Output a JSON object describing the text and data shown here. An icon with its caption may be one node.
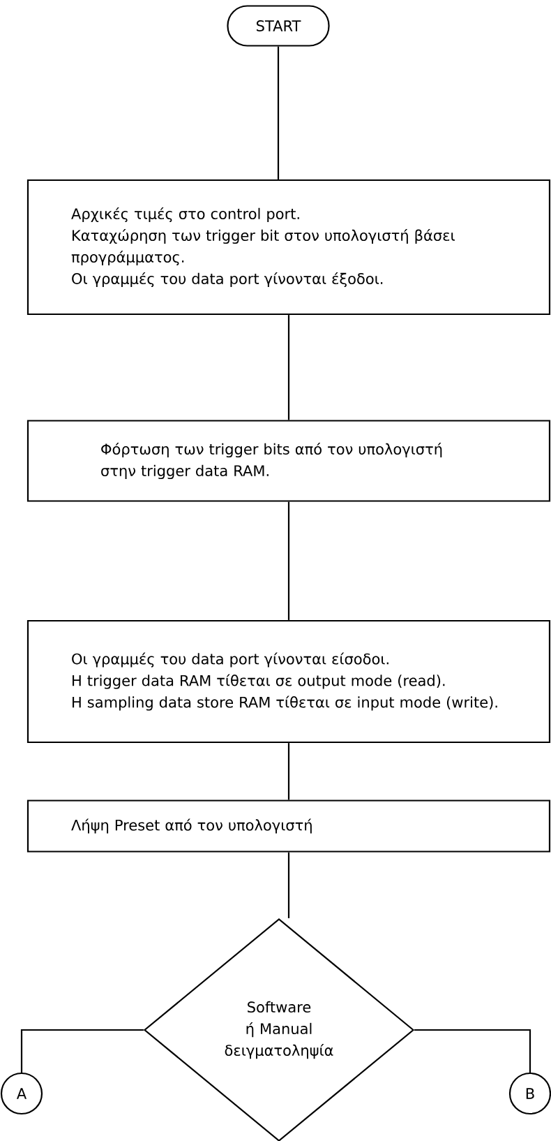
{
  "diagram": {
    "nodes": [
      {
        "text": [
          "START"
        ]
      },
      {
        "text": [
          "Αρχικές τιμές στο control port.",
          "Καταχώρηση των trigger bit στον υπολογιστή βάσει προγράμματος.",
          "Οι γραμμές του data port γίνονται έξοδοι."
        ]
      },
      {
        "text": [
          "Φόρτωση των trigger bits από τον υπολογιστή στην trigger data RAM."
        ]
      },
      {
        "text": [
          "Οι γραμμές του data port γίνονται είσοδοι.",
          "Η trigger data RAM τίθεται σε output mode (read).",
          "Η sampling data store RAM τίθεται σε input mode (write)."
        ]
      },
      {
        "text": [
          "Λήψη Preset από τον υπολογιστή"
        ]
      },
      {
        "text": [
          "Software ή Manual δειγματοληψία"
        ]
      },
      {
        "text": [
          "A"
        ]
      },
      {
        "text": [
          "B"
        ]
      }
    ],
    "edges": [
      {
        "from": 0,
        "to": 1,
        "arrow": "none"
      },
      {
        "from": 1,
        "to": 2,
        "arrow": "none"
      },
      {
        "from": 2,
        "to": 3,
        "arrow": "none"
      },
      {
        "from": 3,
        "to": 4,
        "arrow": "none"
      },
      {
        "from": 4,
        "to": 5,
        "arrow": "none"
      },
      {
        "from": 5,
        "to": 6,
        "arrow": "none"
      },
      {
        "from": 5,
        "to": 7,
        "arrow": "none"
      }
    ]
  }
}
